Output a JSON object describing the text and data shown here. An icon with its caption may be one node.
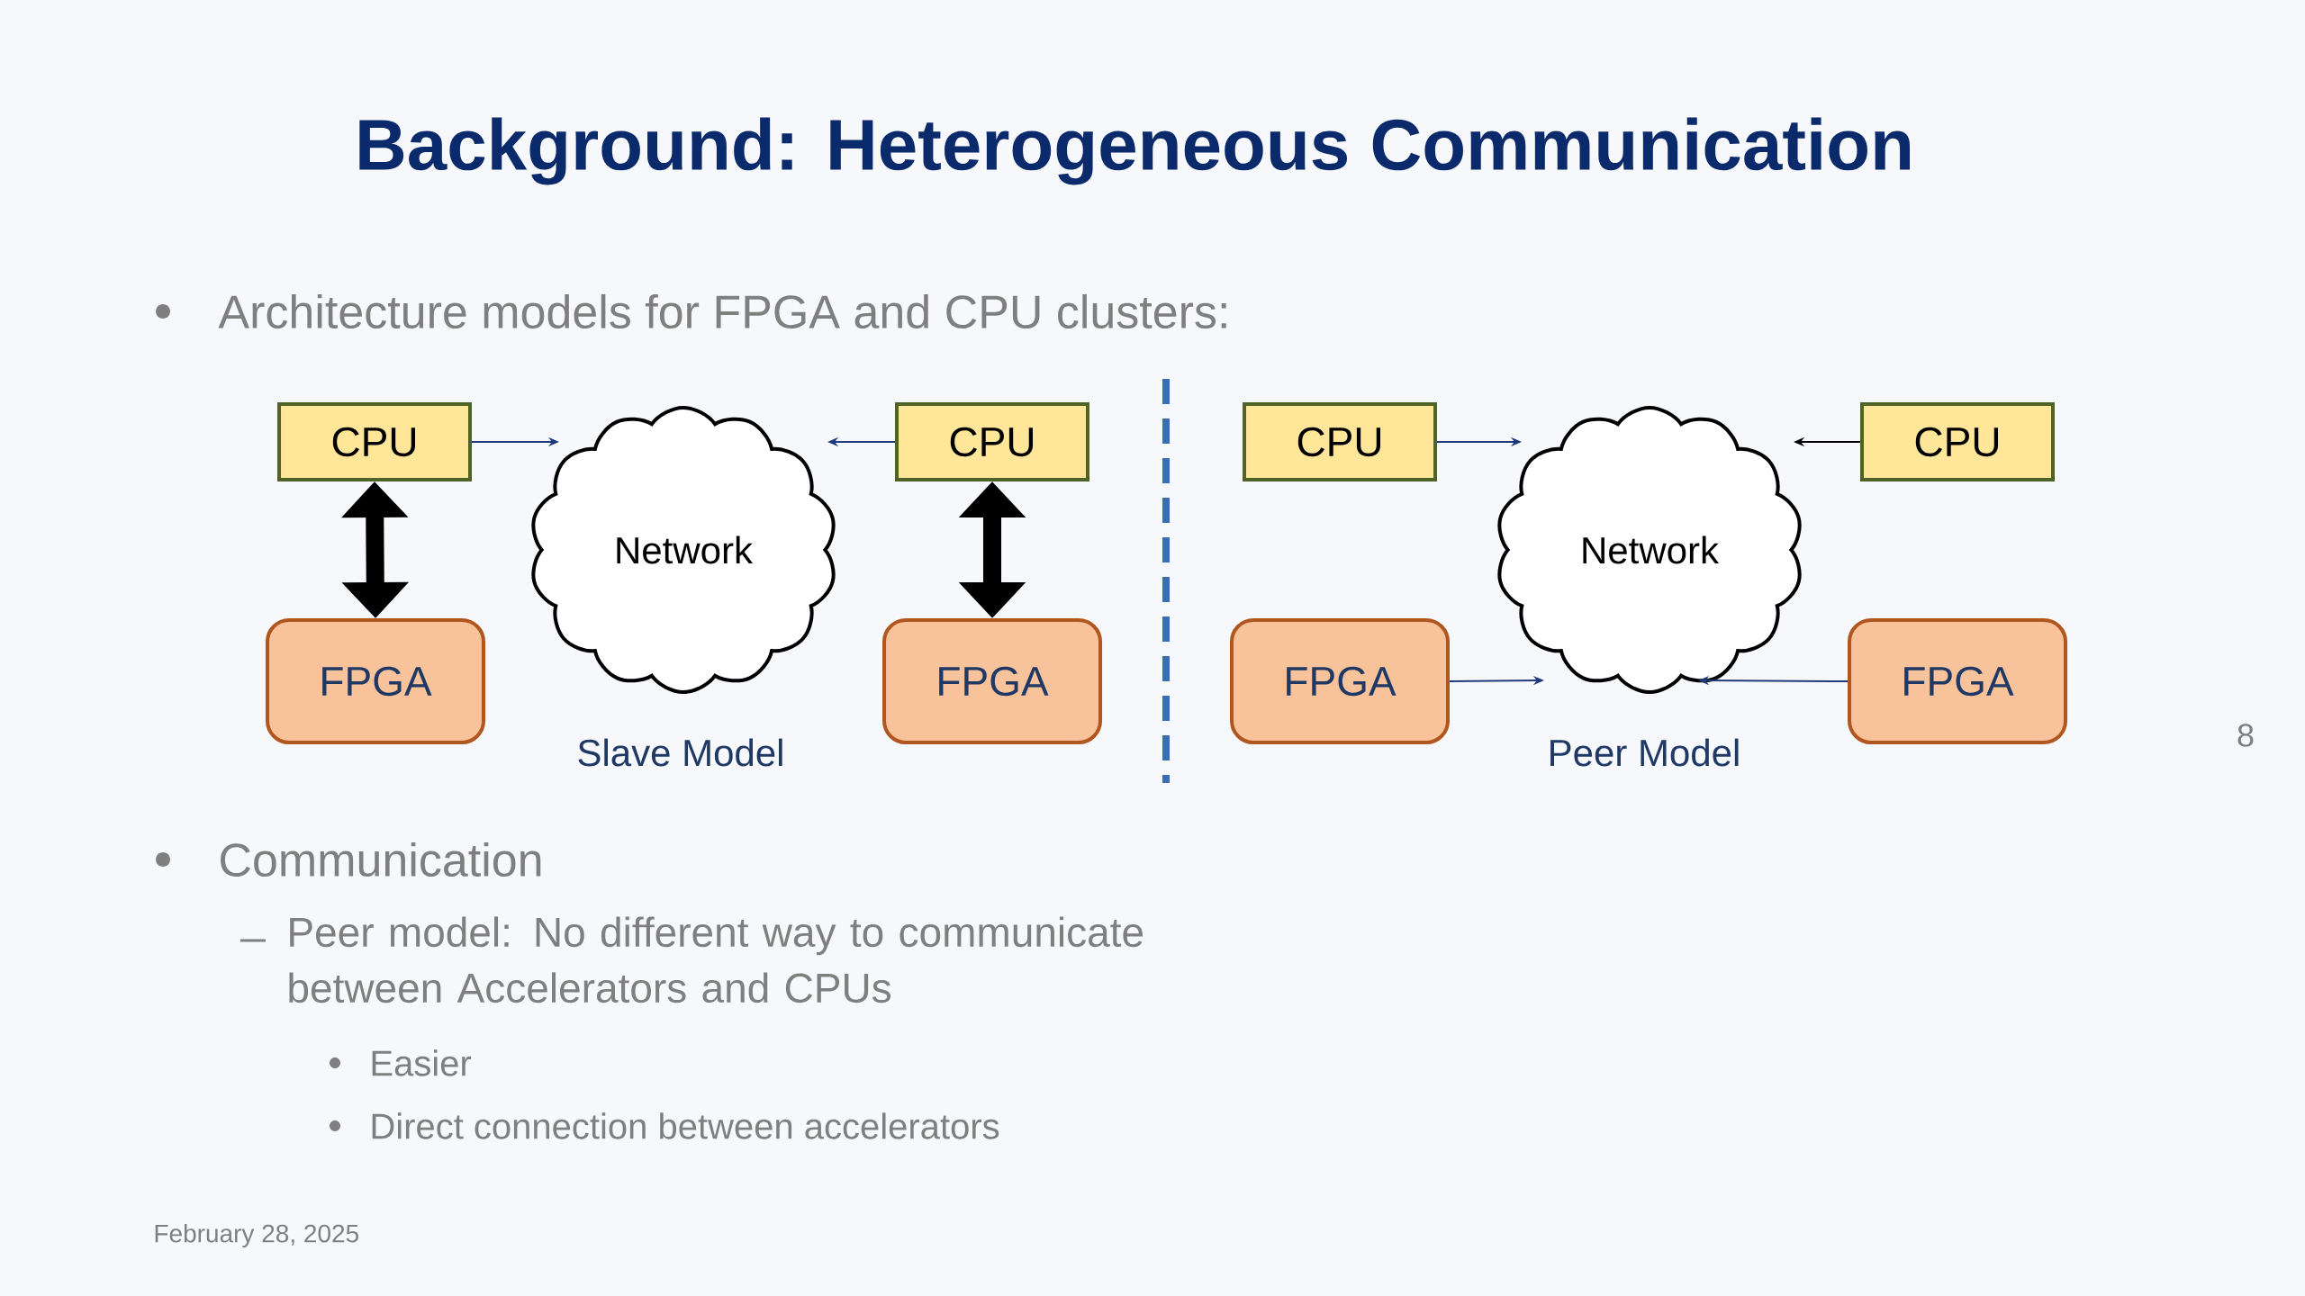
{
  "diagram": {
    "title": "Background: Heterogeneous Communication",
    "nodes": [
      {
        "text": [
          "CPU"
        ]
      },
      {
        "text": [
          "Network"
        ]
      },
      {
        "text": [
          "CPU"
        ]
      },
      {
        "text": [
          "FPGA"
        ]
      },
      {
        "text": [
          "FPGA"
        ]
      },
      {
        "text": [
          "CPU"
        ]
      },
      {
        "text": [
          "Network"
        ]
      },
      {
        "text": [
          "CPU"
        ]
      },
      {
        "text": [
          "FPGA"
        ]
      },
      {
        "text": [
          "FPGA"
        ]
      }
    ],
    "edges": [
      {
        "from": 0,
        "to": 1,
        "arrow": "to"
      },
      {
        "from": 2,
        "to": 1,
        "arrow": "to"
      },
      {
        "from": 0,
        "to": 3,
        "arrow": "both",
        "style": "thick",
        "color": "#000000"
      },
      {
        "from": 2,
        "to": 4,
        "arrow": "both",
        "style": "thick",
        "color": "#000000"
      },
      {
        "from": 5,
        "to": 6,
        "arrow": "to"
      },
      {
        "from": 7,
        "to": 6,
        "arrow": "to",
        "color": "#000000"
      },
      {
        "from": 8,
        "to": 6,
        "arrow": "to"
      },
      {
        "from": 9,
        "to": 6,
        "arrow": "to"
      }
    ],
    "labels": [
      "Architecture models for FPGA and CPU clusters:",
      "Slave Model",
      "Peer Model",
      "8",
      "Communication",
      "Peer model: No different way to communicate between Accelerators and CPUs",
      "Easier",
      "Direct connection between accelerators",
      "February 28, 2025"
    ]
  }
}
